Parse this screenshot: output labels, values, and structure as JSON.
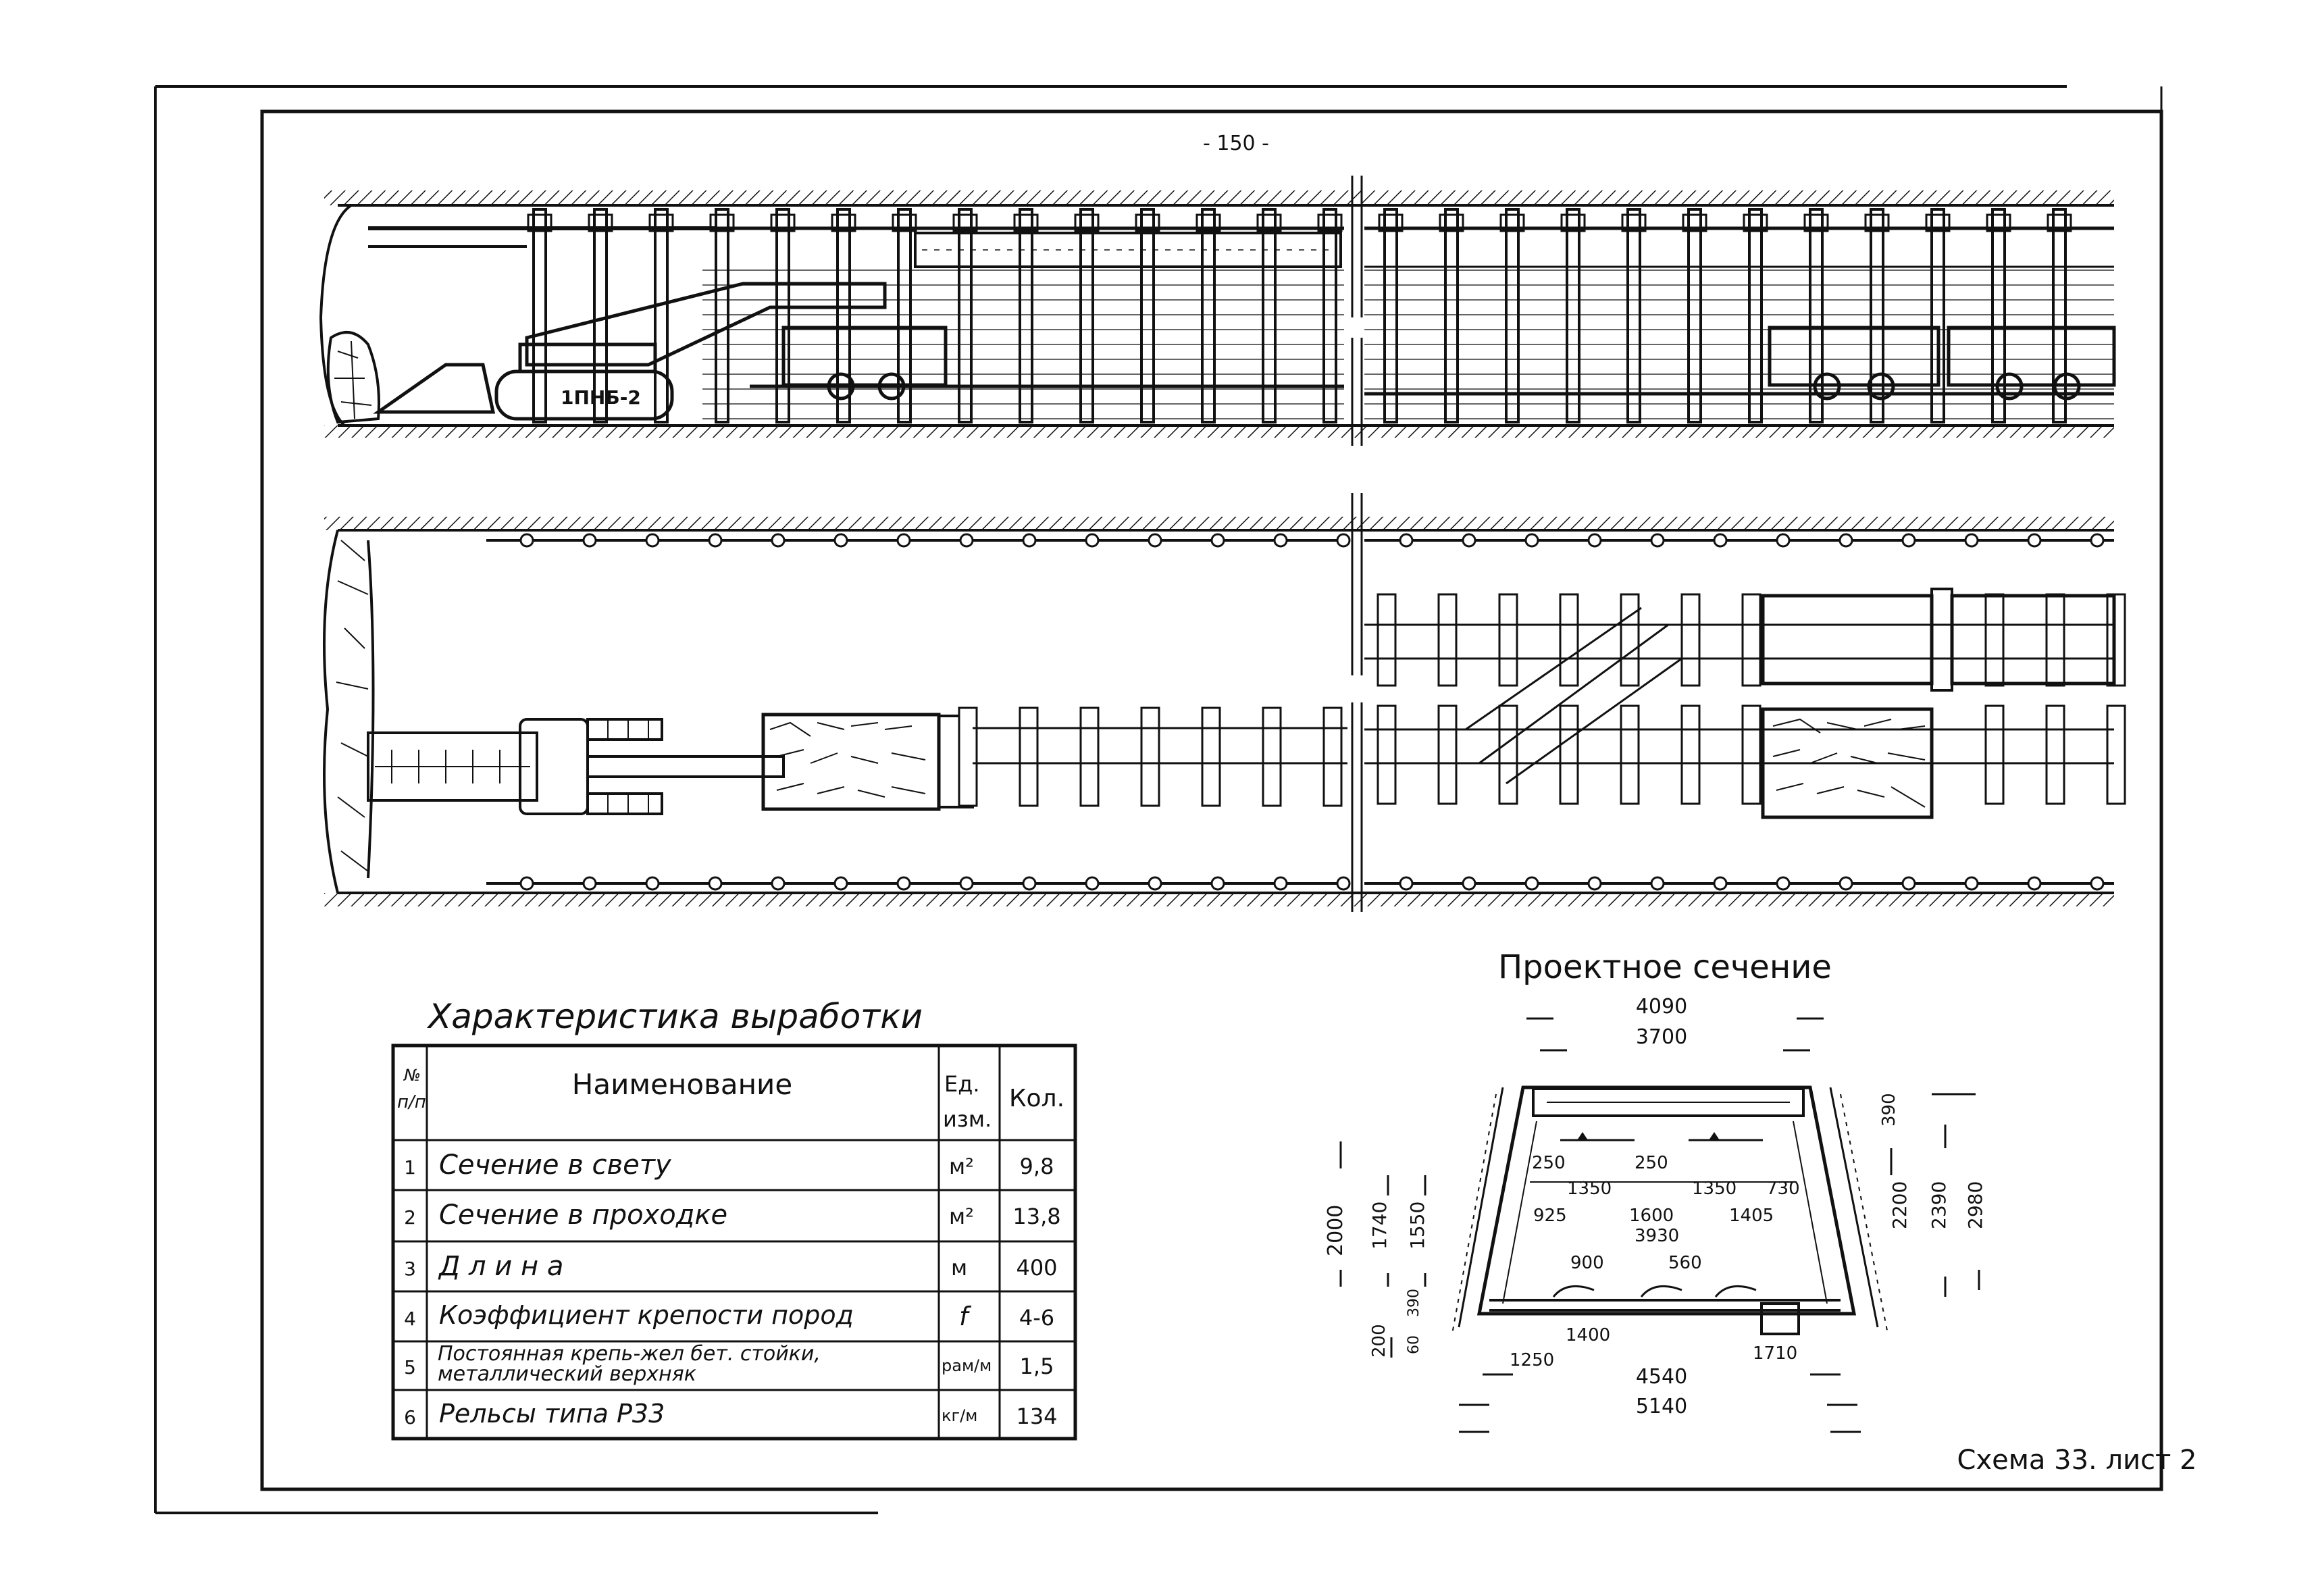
{
  "page_number": "- 150 -",
  "machine_label": "1ПНБ-2",
  "table": {
    "title": "Характеристика выработки",
    "headers": {
      "num": [
        "№",
        "п/п"
      ],
      "name": "Наименование",
      "unit": [
        "Ед.",
        "изм."
      ],
      "qty": "Кол."
    },
    "rows": [
      {
        "num": "1",
        "name": [
          "Сечение  в свету"
        ],
        "unit": "м²",
        "qty": "9,8"
      },
      {
        "num": "2",
        "name": [
          "Сечение  в проходке"
        ],
        "unit": "м²",
        "qty": "13,8"
      },
      {
        "num": "3",
        "name": [
          "Д л и н а"
        ],
        "unit": "м",
        "qty": "400"
      },
      {
        "num": "4",
        "name": [
          "Коэффициент  крепости  пород"
        ],
        "unit": "f",
        "qty": "4-6"
      },
      {
        "num": "5",
        "name": [
          "Постоянная крепь-жел бет. стойки,",
          "металлический  верхняк"
        ],
        "unit": "рам/м",
        "qty": "1,5"
      },
      {
        "num": "6",
        "name": [
          "Рельсы   типа  Р33"
        ],
        "unit": "кг/м",
        "qty": "134"
      }
    ]
  },
  "section": {
    "title": "Проектное  сечение",
    "dims": {
      "top_outer": "4090",
      "top_inner": "3700",
      "top_gap": "390",
      "h_left_outer": "2000",
      "h_left_mid": "1740",
      "h_left_inner": "1550",
      "h_right_1": "2200",
      "h_right_2": "2390",
      "h_right_3": "2980",
      "a250_l": "250",
      "a250_r": "250",
      "w1350_l": "1350",
      "w1350_r": "1350",
      "w730": "730",
      "w925": "925",
      "w1600": "1600",
      "w1405": "1405",
      "w3930": "3930",
      "w900": "900",
      "w560": "560",
      "b200": "200",
      "b60": "60",
      "b390": "390",
      "w1400": "1400",
      "w1250": "1250",
      "w1710": "1710",
      "bottom_inner": "4540",
      "bottom_outer": "5140"
    }
  },
  "scheme_label": "Схема 33. лист 2"
}
